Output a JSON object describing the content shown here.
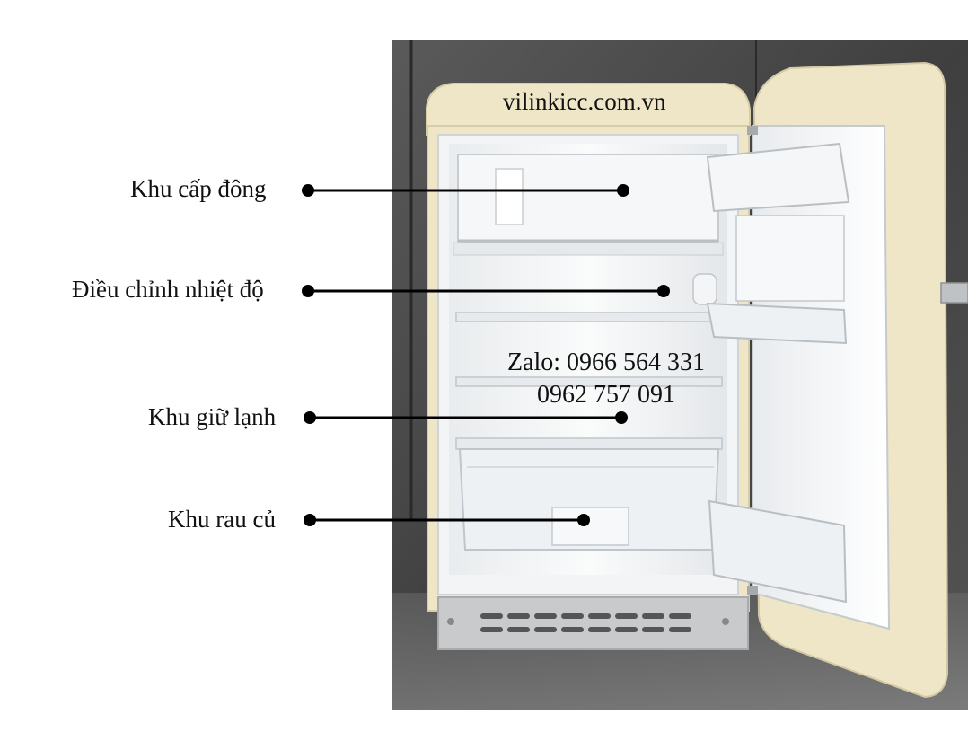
{
  "watermark": "vilinkicc.com.vn",
  "contact": {
    "line1": "Zalo: 0966 564 331",
    "line2": "0962 757 091"
  },
  "callouts": [
    {
      "id": "freezer",
      "label": "Khu cấp đông"
    },
    {
      "id": "thermostat",
      "label": "Điều chỉnh nhiệt độ"
    },
    {
      "id": "fridge",
      "label": "Khu giữ lạnh"
    },
    {
      "id": "crisper",
      "label": "Khu rau củ"
    }
  ],
  "colors": {
    "cream": "#EFE6C7",
    "interior": "#F7F8F8",
    "background": "#4A4A4A",
    "line": "#000000"
  }
}
